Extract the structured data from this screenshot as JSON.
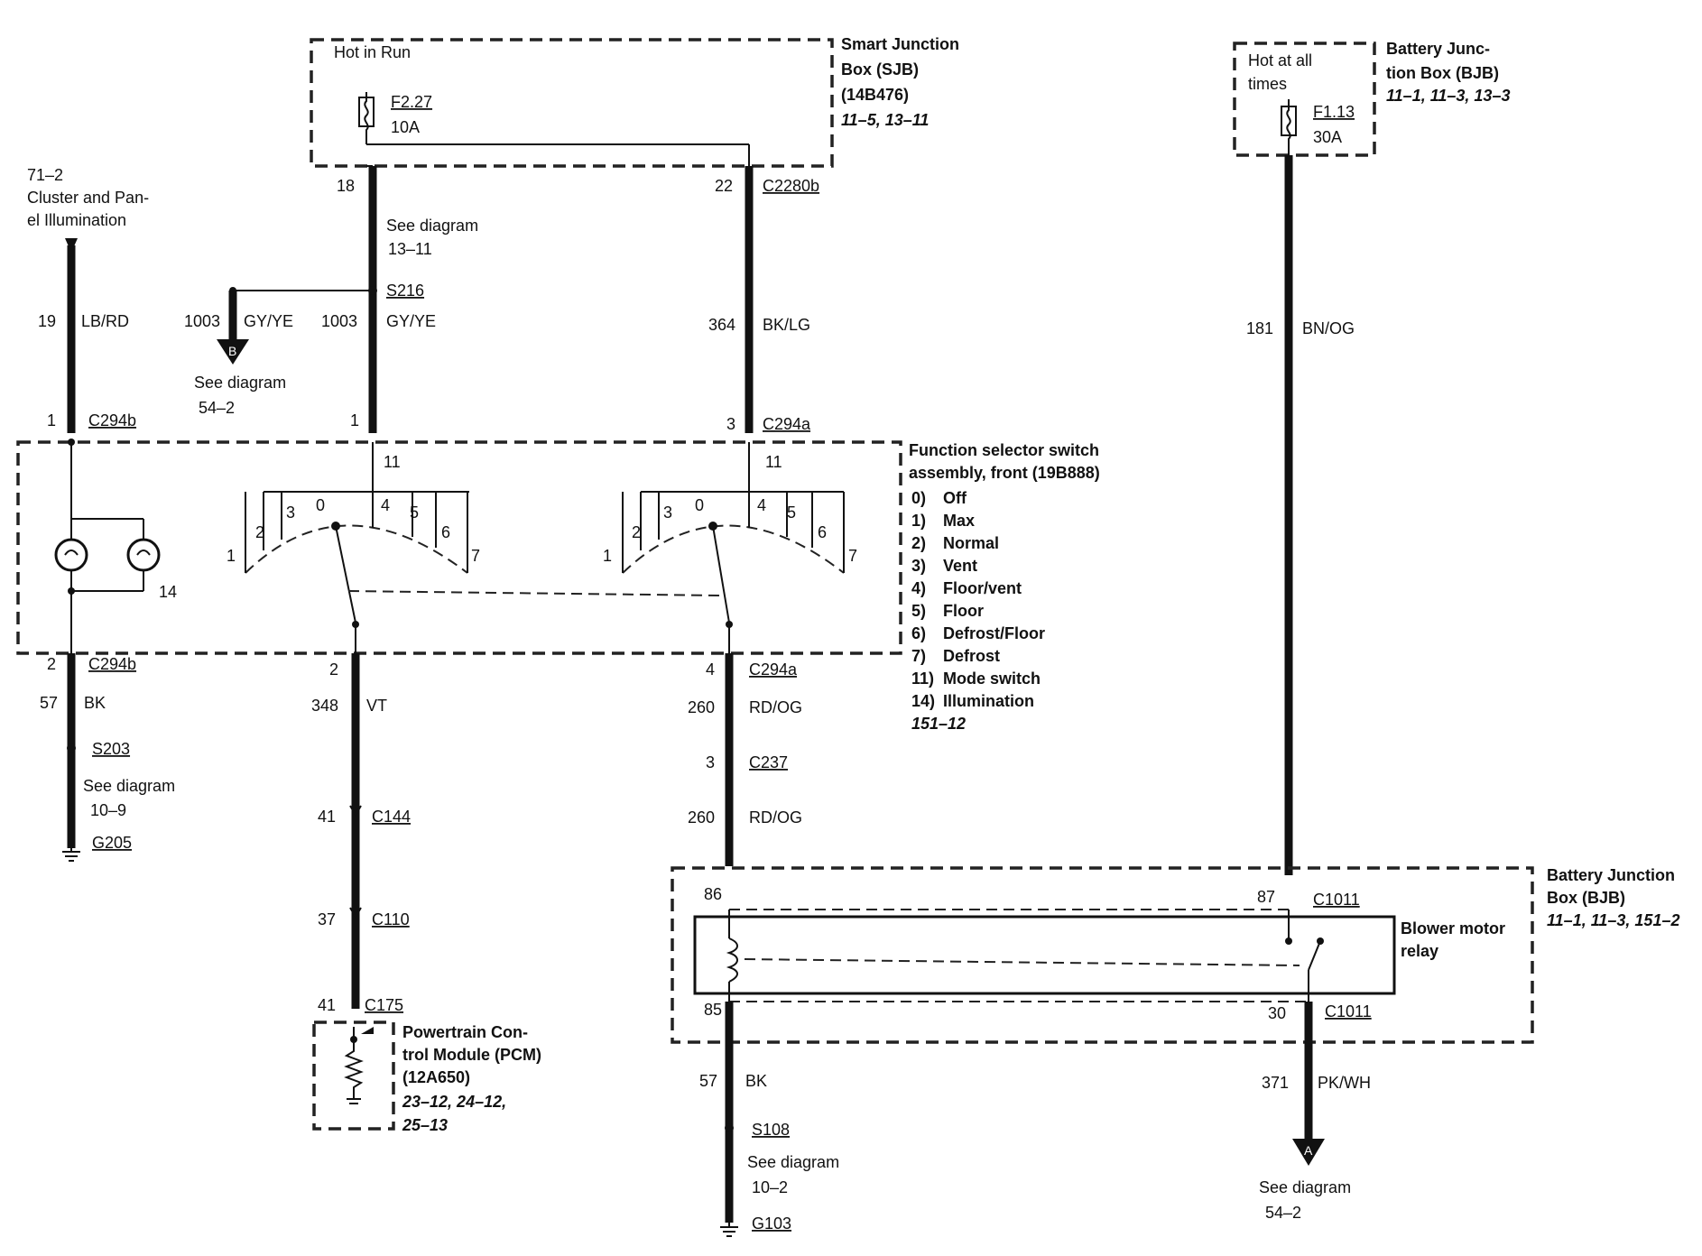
{
  "sjb": {
    "hot_label": "Hot in Run",
    "fuse_id": "F2.27",
    "fuse_rating": "10A",
    "title_line1": "Smart Junction",
    "title_line2": "Box (SJB)",
    "title_line3": "(14B476)",
    "refs": "11–5, 13–11"
  },
  "bjb_top": {
    "hot_label_line1": "Hot at all",
    "hot_label_line2": "times",
    "fuse_id": "F1.13",
    "fuse_rating": "30A",
    "title_line1": "Battery Junc-",
    "title_line2": "tion Box (BJB)",
    "refs": "11–1, 11–3, 13–3"
  },
  "cluster": {
    "ref": "71–2",
    "line1": "Cluster and Pan-",
    "line2": "el Illumination"
  },
  "wires": {
    "w19": {
      "circuit": "19",
      "color": "LB/RD"
    },
    "w1003a": {
      "circuit": "1003",
      "color": "GY/YE"
    },
    "w1003b": {
      "circuit": "1003",
      "color": "GY/YE"
    },
    "w364": {
      "circuit": "364",
      "color": "BK/LG"
    },
    "w181": {
      "circuit": "181",
      "color": "BN/OG"
    },
    "w57a": {
      "circuit": "57",
      "color": "BK"
    },
    "w348": {
      "circuit": "348",
      "color": "VT"
    },
    "w260a": {
      "circuit": "260",
      "color": "RD/OG"
    },
    "w260b": {
      "circuit": "260",
      "color": "RD/OG"
    },
    "w57b": {
      "circuit": "57",
      "color": "BK"
    },
    "w371": {
      "circuit": "371",
      "color": "PK/WH"
    }
  },
  "pins": {
    "p18": "18",
    "p22": "22",
    "p1a": "1",
    "p1b": "1",
    "p3": "3",
    "p11a": "11",
    "p11b": "11",
    "p14": "14",
    "p2a": "2",
    "p2b": "2",
    "p4": "4",
    "p3b": "3",
    "p41a": "41",
    "p37": "37",
    "p41b": "41",
    "p86": "86",
    "p85": "85",
    "p87": "87",
    "p30": "30"
  },
  "connectors": {
    "c2280b": "C2280b",
    "s216": "S216",
    "c294b_top": "C294b",
    "c294a_top": "C294a",
    "c294b_bot": "C294b",
    "c294a_bot": "C294a",
    "s203": "S203",
    "g205": "G205",
    "c144": "C144",
    "c110": "C110",
    "c175": "C175",
    "c237": "C237",
    "c1011a": "C1011",
    "c1011b": "C1011",
    "s108": "S108",
    "g103": "G103"
  },
  "refs": {
    "see_diagram": "See diagram",
    "sjb_splice_ref": "13–11",
    "arrow_b_letter": "B",
    "arrow_b_ref": "54–2",
    "s203_ref": "10–9",
    "s108_ref": "10–2",
    "arrow_a_letter": "A",
    "arrow_a_ref": "54–2"
  },
  "switch": {
    "title_line1": "Function selector switch",
    "title_line2": "assembly, front (19B888)",
    "legend": [
      {
        "num": "0)",
        "label": "Off"
      },
      {
        "num": "1)",
        "label": "Max"
      },
      {
        "num": "2)",
        "label": "Normal"
      },
      {
        "num": "3)",
        "label": "Vent"
      },
      {
        "num": "4)",
        "label": "Floor/vent"
      },
      {
        "num": "5)",
        "label": "Floor"
      },
      {
        "num": "6)",
        "label": "Defrost/Floor"
      },
      {
        "num": "7)",
        "label": "Defrost"
      },
      {
        "num": "11)",
        "label": "Mode switch"
      },
      {
        "num": "14)",
        "label": "Illumination"
      }
    ],
    "legend_ref": "151–12",
    "positions_left": [
      "1",
      "2",
      "3",
      "0",
      "4",
      "5",
      "6",
      "7"
    ],
    "positions_right": [
      "1",
      "2",
      "3",
      "0",
      "4",
      "5",
      "6",
      "7"
    ]
  },
  "pcm": {
    "line1": "Powertrain Con-",
    "line2": "trol Module (PCM)",
    "line3": "(12A650)",
    "refs_line1": "23–12, 24–12,",
    "refs_line2": "25–13"
  },
  "bjb_relay": {
    "title_line1": "Battery Junction",
    "title_line2": "Box (BJB)",
    "refs": "11–1, 11–3, 151–2",
    "relay_line1": "Blower motor",
    "relay_line2": "relay"
  }
}
